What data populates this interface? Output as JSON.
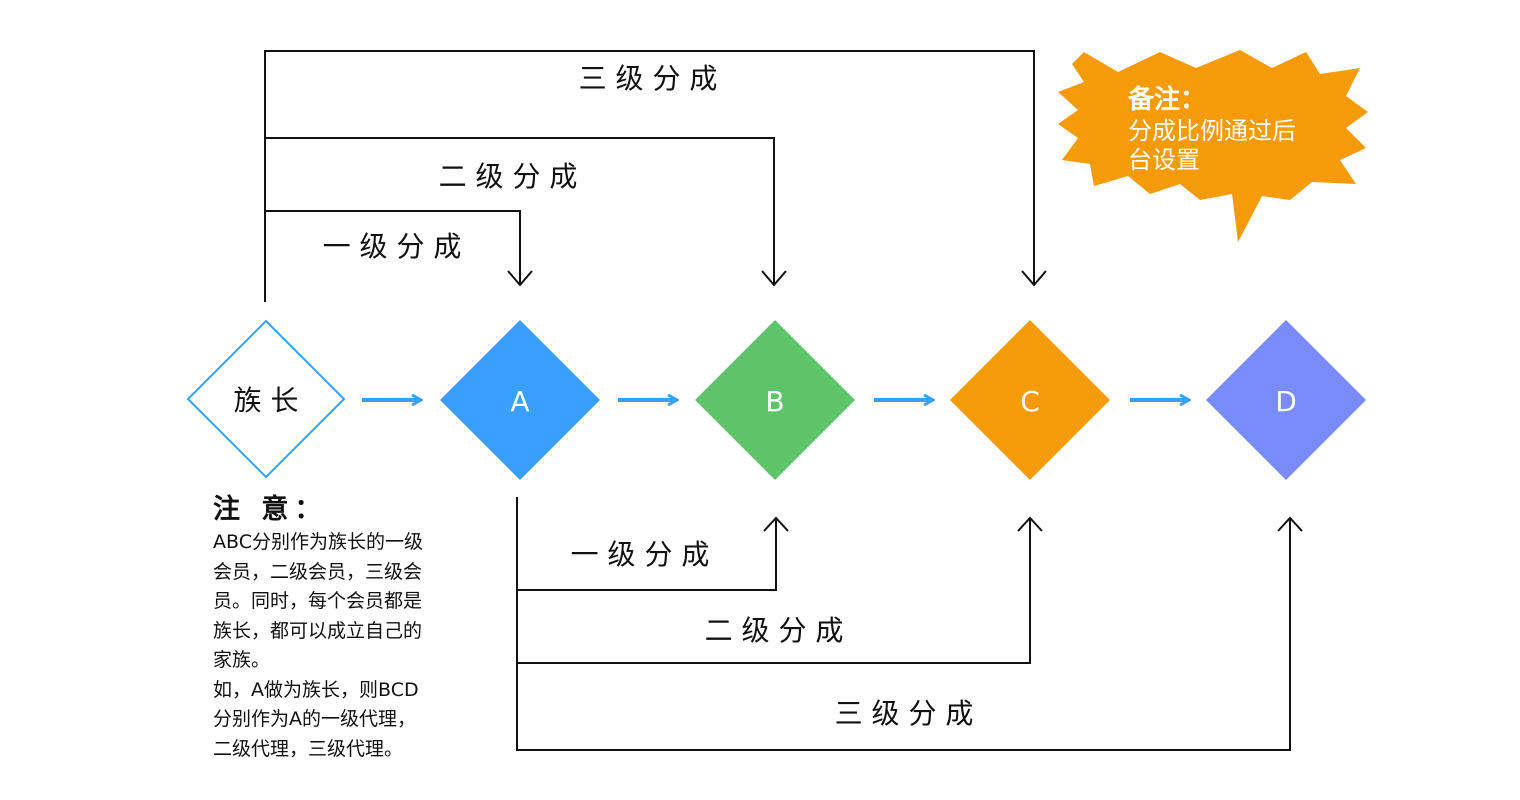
{
  "nodes": [
    {
      "id": "patriarch",
      "label": "族 长",
      "fill": "#ffffff",
      "stroke": "#3aa0ff",
      "text_color": "#111111"
    },
    {
      "id": "A",
      "label": "A",
      "fill": "#3aa0ff",
      "stroke": "#3aa0ff",
      "text_color": "#ffffff"
    },
    {
      "id": "B",
      "label": "B",
      "fill": "#5ec46a",
      "stroke": "#5ec46a",
      "text_color": "#ffffff"
    },
    {
      "id": "C",
      "label": "C",
      "fill": "#f59a09",
      "stroke": "#f59a09",
      "text_color": "#ffffff"
    },
    {
      "id": "D",
      "label": "D",
      "fill": "#7a8cfb",
      "stroke": "#7a8cfb",
      "text_color": "#ffffff"
    }
  ],
  "flow_arrow_color": "#3aa0ff",
  "top_links": {
    "level3": "三 级 分 成",
    "level2": "二 级 分 成",
    "level1": "一 级 分 成"
  },
  "bottom_links": {
    "level1": "一 级 分 成",
    "level2": "二 级 分 成",
    "level3": "三 级 分 成"
  },
  "remark": {
    "title": "备注：",
    "lines": [
      "分成比例通过后",
      "台设置"
    ],
    "color": "#f59a09"
  },
  "notice": {
    "title": "注 意：",
    "lines": [
      "ABC分别作为族长的一级",
      "会员，二级会员，三级会",
      "员。同时，每个会员都是",
      "族长，都可以成立自己的",
      "家族。",
      "如，A做为族长，则BCD",
      "分别作为A的一级代理，",
      "二级代理，三级代理。"
    ]
  }
}
